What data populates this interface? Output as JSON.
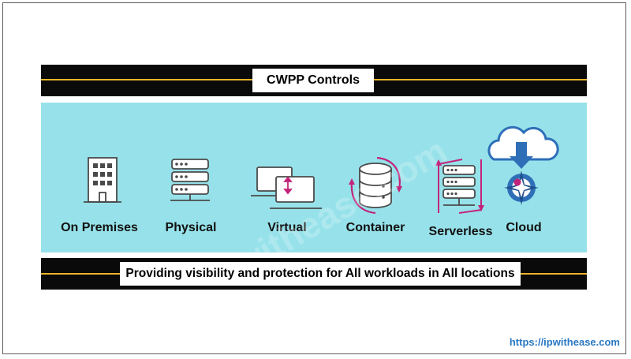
{
  "header": {
    "title": "CWPP Controls"
  },
  "workloads": [
    {
      "label": "On Premises",
      "icon": "office-building-icon"
    },
    {
      "label": "Physical",
      "icon": "server-rack-icon"
    },
    {
      "label": "Virtual",
      "icon": "virtual-machines-icon"
    },
    {
      "label": "Container",
      "icon": "database-cycle-icon"
    },
    {
      "label": "Serverless",
      "icon": "serverless-rack-icon"
    },
    {
      "label": "Cloud",
      "icon": "cloud-compass-icon"
    }
  ],
  "footer": {
    "caption": "Providing visibility and protection for All workloads in All locations"
  },
  "watermark": {
    "text": "ipwithease.com"
  },
  "link": {
    "text": "https://ipwithease.com"
  },
  "colors": {
    "banner": "#0a0a0a",
    "accent_line": "#f0b429",
    "panel": "#97e2ea",
    "arrow": "#c2247a",
    "cloud": "#2e6fb8",
    "link": "#2a78c2"
  }
}
